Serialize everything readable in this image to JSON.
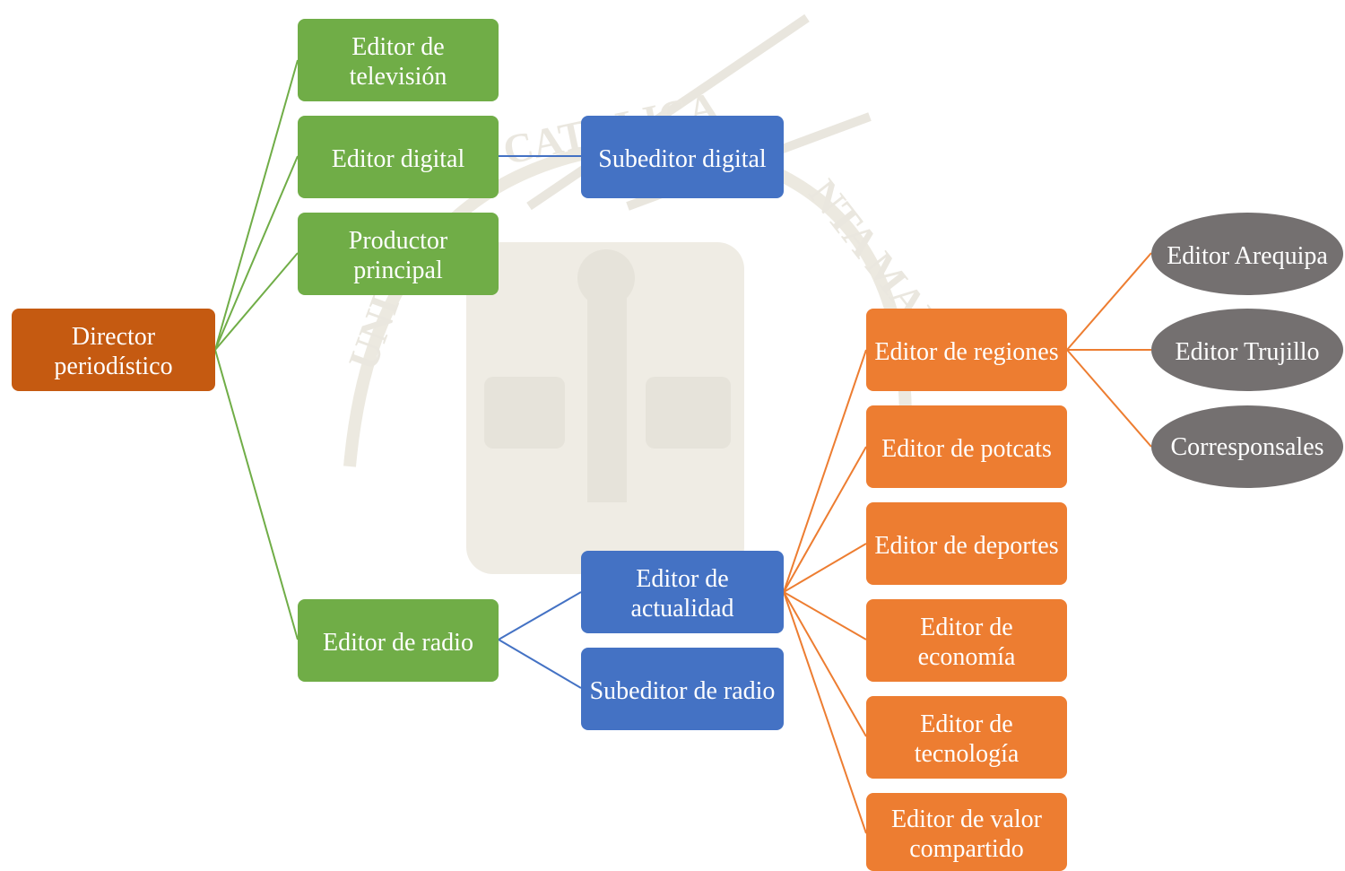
{
  "colors": {
    "director": "#c55a11",
    "green": "#70ad47",
    "blue": "#4472c4",
    "orange": "#ed7d31",
    "gray": "#747070",
    "connector_green": "#70ad47",
    "connector_blue": "#4472c4",
    "connector_orange": "#ed7d31",
    "watermark": "#ece9e0"
  },
  "watermark": {
    "arc_text_left": "UNI",
    "arc_text_top": "CATOLICA",
    "arc_text_right": "NTA MARIA"
  },
  "nodes": {
    "director": "Director periodístico",
    "editor_television": "Editor de televisión",
    "editor_digital": "Editor digital",
    "productor_principal": "Productor principal",
    "editor_radio": "Editor de radio",
    "subeditor_digital": "Subeditor digital",
    "editor_actualidad": "Editor de actualidad",
    "subeditor_radio": "Subeditor de radio",
    "editor_regiones": "Editor de regiones",
    "editor_potcats": "Editor de potcats",
    "editor_deportes": "Editor de deportes",
    "editor_economia": "Editor de economía",
    "editor_tecnologia": "Editor de tecnología",
    "editor_valor_compartido": "Editor de valor compartido",
    "editor_arequipa": "Editor Arequipa",
    "editor_trujillo": "Editor Trujillo",
    "corresponsales": "Corresponsales"
  }
}
